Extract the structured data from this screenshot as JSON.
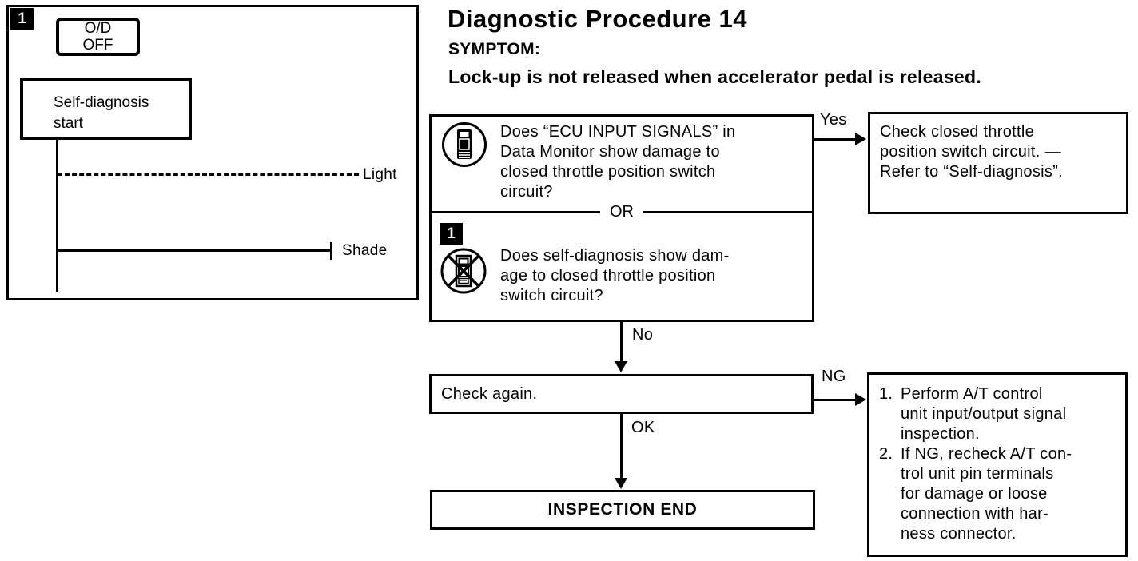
{
  "page": {
    "title": "Diagnostic Procedure 14",
    "symptom_label": "SYMPTOM:",
    "symptom_text": "Lock-up is not released when accelerator pedal is released."
  },
  "timing_diagram": {
    "step_badge": "1",
    "od_off_label": "O/D\nOFF",
    "self_diagnosis_label": "Self-diagnosis\nstart",
    "light_label": "Light",
    "shade_label": "Shade"
  },
  "flowchart": {
    "question_box": {
      "consult_question": "Does “ECU INPUT SIGNALS” in\nData Monitor show damage to\nclosed throttle position switch\ncircuit?",
      "or_label": "OR",
      "step_badge": "1",
      "self_diagnosis_question": "Does self-diagnosis show dam-\nage to closed throttle position\nswitch circuit?"
    },
    "yes_label": "Yes",
    "no_label": "No",
    "ok_label": "OK",
    "ng_label": "NG",
    "yes_box_text": "Check closed throttle\nposition switch circuit. —\nRefer to “Self-diagnosis”.",
    "check_again_text": "Check again.",
    "inspection_end_text": "INSPECTION END",
    "ng_box": {
      "items": [
        {
          "num": "1.",
          "text": "Perform A/T control\nunit input/output signal\ninspection."
        },
        {
          "num": "2.",
          "text": "If NG, recheck A/T con-\ntrol unit pin terminals\nfor damage or loose\nconnection with har-\nness connector."
        }
      ]
    }
  },
  "colors": {
    "ink": "#000000",
    "paper": "#ffffff"
  }
}
